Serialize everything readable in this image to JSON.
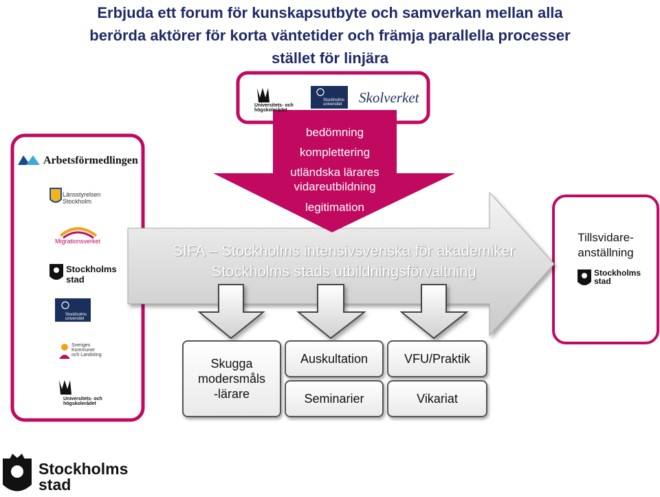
{
  "title": {
    "line1": "Erbjuda ett forum för kunskapsutbyte och samverkan mellan alla",
    "line2": "berörda aktörer för korta väntetider och främja parallella processer",
    "line3": "stället för linjära"
  },
  "funnel_items": [
    "bedömning",
    "komplettering",
    "utländska lärares",
    "vidareutbildning",
    "legitimation"
  ],
  "arrow": {
    "line1": "SIFA – Stockholms intensivsvenska för akademiker",
    "line2": "Stockholms stads utbildningsförvaltning"
  },
  "outcome": {
    "line1": "Tillsvidare-",
    "line2": "anställning"
  },
  "boxes": {
    "skugga": {
      "line1": "Skugga",
      "line2": "modersmåls",
      "line3": "-lärare"
    },
    "auskultation": "Auskultation",
    "vfu": "VFU/Praktik",
    "seminarier": "Seminarier",
    "vikariat": "Vikariat"
  },
  "logos": {
    "uhr": {
      "line1": "Universitets- och",
      "line2": "högskolerådet"
    },
    "su": {
      "line1": "Stockholms",
      "line2": "universitet"
    },
    "skolverket": "Skolverket",
    "af": "Arbetsförmedlingen",
    "lst": {
      "line1": "Länsstyrelsen",
      "line2": "Stockholm"
    },
    "migration": "Migrationsverket",
    "sthlm": {
      "line1": "Stockholms",
      "line2": "stad"
    },
    "skl": {
      "line1": "Sveriges",
      "line2": "Kommuner",
      "line3": "och Landsting"
    }
  },
  "colors": {
    "magenta": "#c0095f",
    "title": "#1f2a66",
    "su_blue": "#1a2f5c",
    "arrow_grey": "#d9d9d9"
  },
  "icons": [
    "stockholm-crest-icon",
    "uhr-emblem-icon",
    "su-crown-icon",
    "lansstyrelsen-crest-icon",
    "migrationsverket-arc-icon",
    "skl-figure-icon",
    "arbetsformedlingen-mark-icon"
  ]
}
